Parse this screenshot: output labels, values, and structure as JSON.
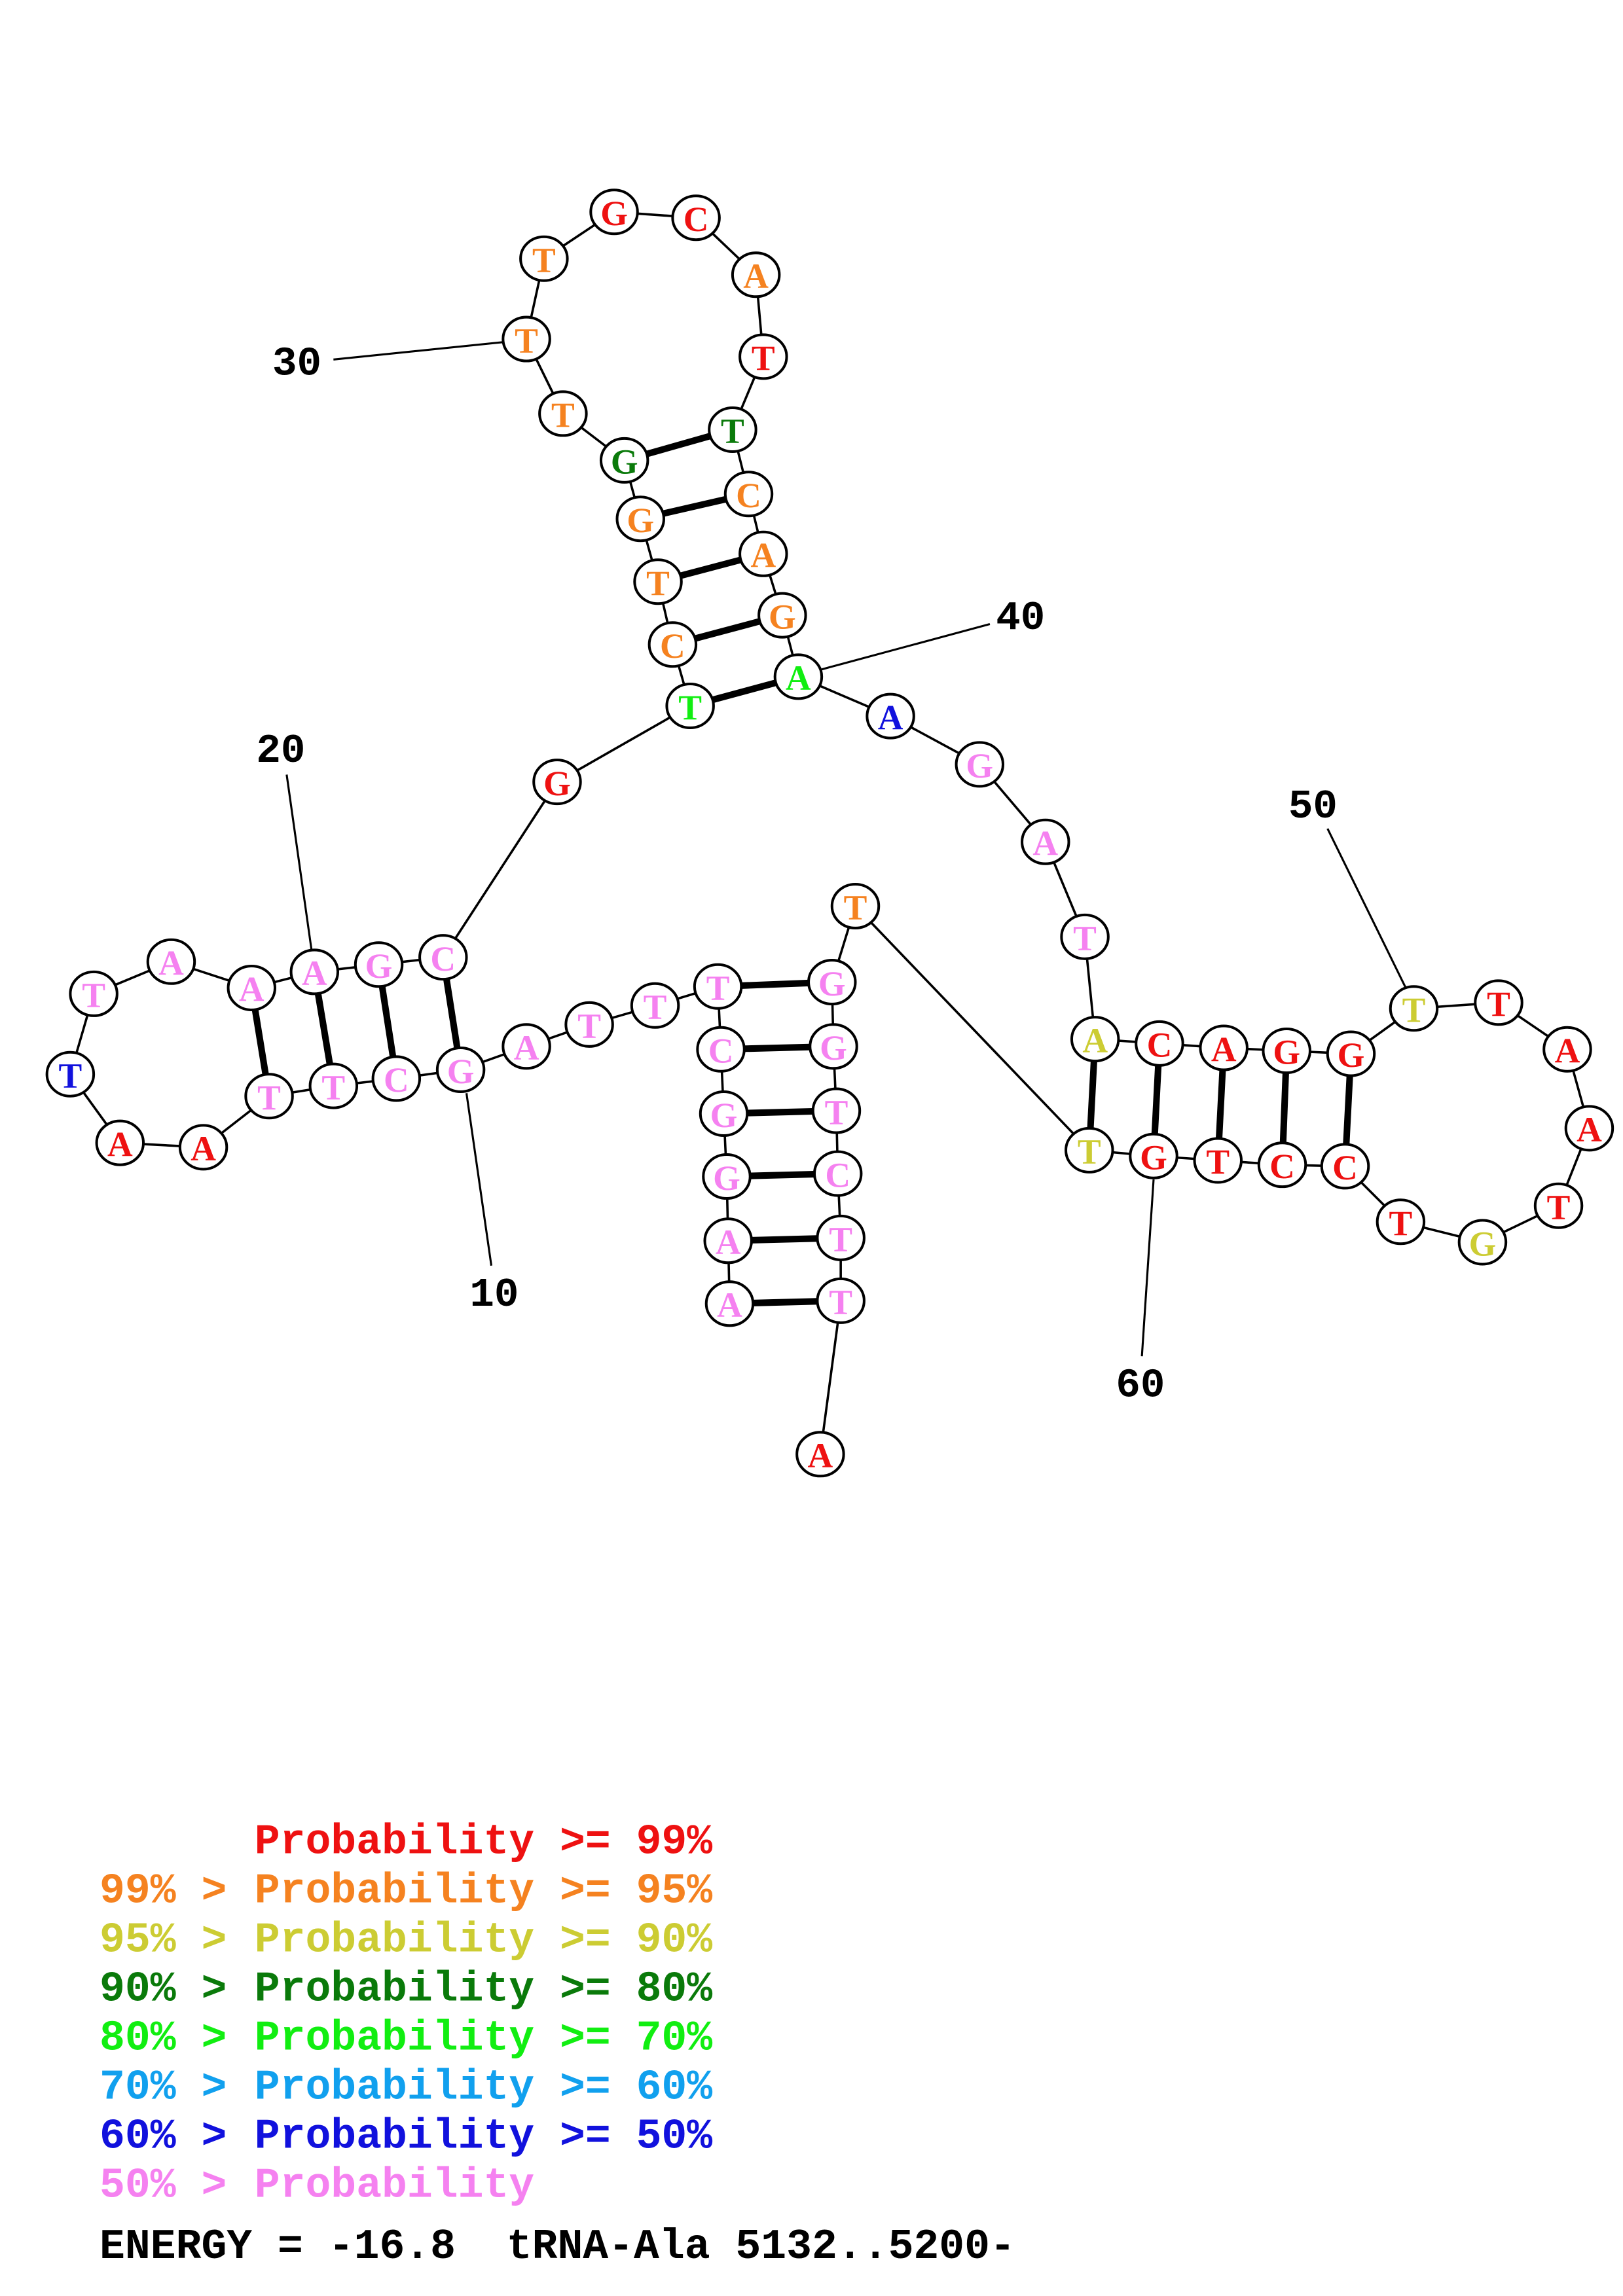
{
  "structure": {
    "sequence": [
      "A",
      "A",
      "G",
      "G",
      "C",
      "T",
      "T",
      "T",
      "A",
      "G",
      "C",
      "T",
      "T",
      "A",
      "A",
      "T",
      "T",
      "A",
      "A",
      "A",
      "G",
      "C",
      "G",
      "T",
      "C",
      "T",
      "G",
      "G",
      "T",
      "T",
      "T",
      "G",
      "C",
      "A",
      "T",
      "T",
      "C",
      "A",
      "G",
      "A",
      "A",
      "G",
      "A",
      "T",
      "A",
      "C",
      "A",
      "G",
      "G",
      "T",
      "T",
      "A",
      "A",
      "T",
      "G",
      "T",
      "C",
      "C",
      "T",
      "G",
      "T",
      "T",
      "G",
      "G",
      "T",
      "C",
      "T",
      "T",
      "A"
    ],
    "probability_class": [
      7,
      7,
      7,
      7,
      7,
      7,
      7,
      7,
      7,
      7,
      7,
      7,
      7,
      0,
      0,
      6,
      7,
      7,
      7,
      7,
      7,
      7,
      0,
      4,
      1,
      1,
      1,
      3,
      1,
      1,
      1,
      0,
      0,
      1,
      0,
      3,
      1,
      1,
      1,
      4,
      6,
      7,
      7,
      7,
      2,
      0,
      0,
      0,
      0,
      2,
      0,
      0,
      0,
      0,
      2,
      0,
      0,
      0,
      0,
      0,
      2,
      1,
      7,
      7,
      7,
      7,
      7,
      7,
      0
    ],
    "pairs": [
      [
        1,
        68
      ],
      [
        2,
        67
      ],
      [
        3,
        66
      ],
      [
        4,
        65
      ],
      [
        5,
        64
      ],
      [
        6,
        63
      ],
      [
        10,
        22
      ],
      [
        11,
        21
      ],
      [
        12,
        20
      ],
      [
        13,
        19
      ],
      [
        24,
        40
      ],
      [
        25,
        39
      ],
      [
        26,
        38
      ],
      [
        27,
        37
      ],
      [
        28,
        36
      ],
      [
        45,
        61
      ],
      [
        46,
        60
      ],
      [
        47,
        59
      ],
      [
        48,
        58
      ],
      [
        49,
        57
      ]
    ],
    "position_labels": [
      "10",
      "20",
      "30",
      "40",
      "50",
      "60"
    ]
  },
  "legend": {
    "items": [
      {
        "prefix": "",
        "text": "Probability >= 99%",
        "color": "#ee1111"
      },
      {
        "prefix": "99% >",
        "text": "Probability >= 95%",
        "color": "#f58220"
      },
      {
        "prefix": "95% >",
        "text": "Probability >= 90%",
        "color": "#cccc33"
      },
      {
        "prefix": "90% >",
        "text": "Probability >= 80%",
        "color": "#0a7a0a"
      },
      {
        "prefix": "80% >",
        "text": "Probability >= 70%",
        "color": "#11ee11"
      },
      {
        "prefix": "70% >",
        "text": "Probability >= 60%",
        "color": "#11a0ee"
      },
      {
        "prefix": "60% >",
        "text": "Probability >= 50%",
        "color": "#1111dd"
      },
      {
        "prefix": "50% >",
        "text": "Probability",
        "color": "#f581f0"
      }
    ]
  },
  "footer": {
    "energy_line": "ENERGY = -16.8  tRNA-Ala 5132..5200-"
  }
}
